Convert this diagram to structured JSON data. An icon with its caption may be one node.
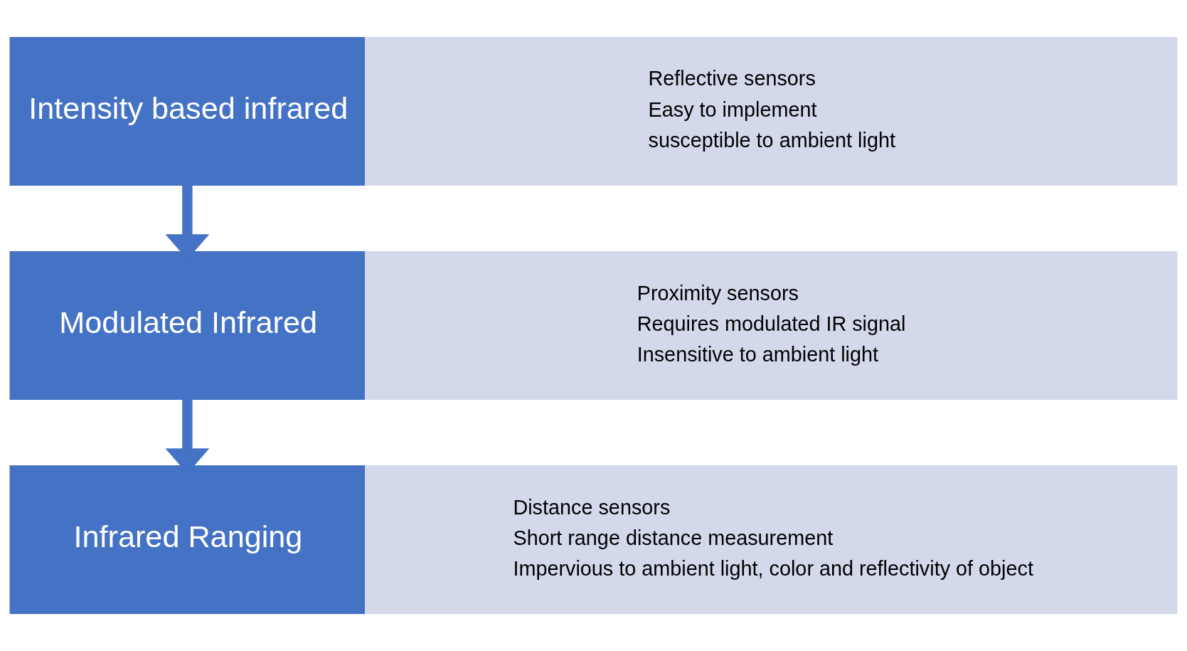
{
  "diagram": {
    "nodes": [
      {
        "text": [
          "Intensity based infrared"
        ]
      },
      {
        "text": [
          "Reflective sensors",
          "Easy to implement",
          "susceptible to ambient light"
        ]
      },
      {
        "text": [
          "Modulated Infrared"
        ]
      },
      {
        "text": [
          "Proximity sensors",
          "Requires modulated IR signal",
          "Insensitive to ambient light"
        ]
      },
      {
        "text": [
          "Infrared Ranging"
        ]
      },
      {
        "text": [
          "Distance sensors",
          "Short range distance measurement",
          "Impervious to ambient light, color and reflectivity of object"
        ]
      }
    ],
    "edges": [
      {
        "from": 0,
        "to": 2,
        "arrow": "to"
      },
      {
        "from": 2,
        "to": 4,
        "arrow": "to"
      }
    ]
  }
}
